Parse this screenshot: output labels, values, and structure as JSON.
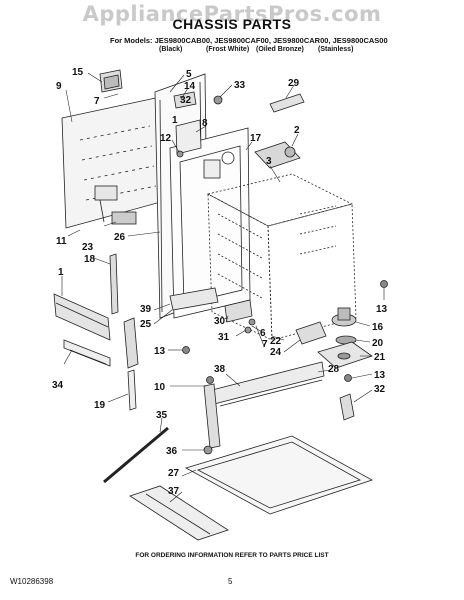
{
  "watermark": "AppliancePartsPros.com",
  "title": "CHASSIS PARTS",
  "models_line": "For Models: JES9800CAB00, JES9800CAF00, JES9800CAR00, JES9800CAS00",
  "variants": [
    "(Black)",
    "(Frost White)",
    "(Oiled Bronze)",
    "(Stainless)"
  ],
  "callouts": [
    "15",
    "5",
    "9",
    "14",
    "33",
    "29",
    "7",
    "32",
    "8",
    "17",
    "2",
    "12",
    "1",
    "3",
    "11",
    "23",
    "26",
    "18",
    "1",
    "13",
    "39",
    "25",
    "30",
    "6",
    "31",
    "16",
    "20",
    "13",
    "7",
    "24",
    "22",
    "21",
    "34",
    "38",
    "28",
    "13",
    "10",
    "32",
    "19",
    "35",
    "36",
    "27",
    "37"
  ],
  "footer_note": "FOR ORDERING INFORMATION REFER TO PARTS PRICE LIST",
  "doc_id": "W10286398",
  "page_number": "5"
}
